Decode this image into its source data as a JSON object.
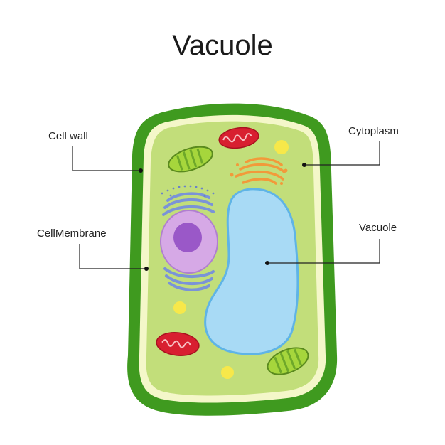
{
  "title": "Vacuole",
  "labels": {
    "cell_wall": "Cell wall",
    "cell_membrane": "CellMembrane",
    "cytoplasm": "Cytoplasm",
    "vacuole": "Vacuole"
  },
  "colors": {
    "cell_wall": "#3f9a1f",
    "membrane": "#f4f7c9",
    "cytoplasm": "#c2de7a",
    "vacuole": "#a8daf5",
    "vacuole_outline": "#5fb4e6",
    "nucleus": "#d6a9e6",
    "nucleolus": "#9a58c8",
    "er": "#7a93d8",
    "golgi": "#f29a3a",
    "mitochondria": "#d81f30",
    "chloroplast": "#a6d63c",
    "granule": "#f7e84a"
  }
}
